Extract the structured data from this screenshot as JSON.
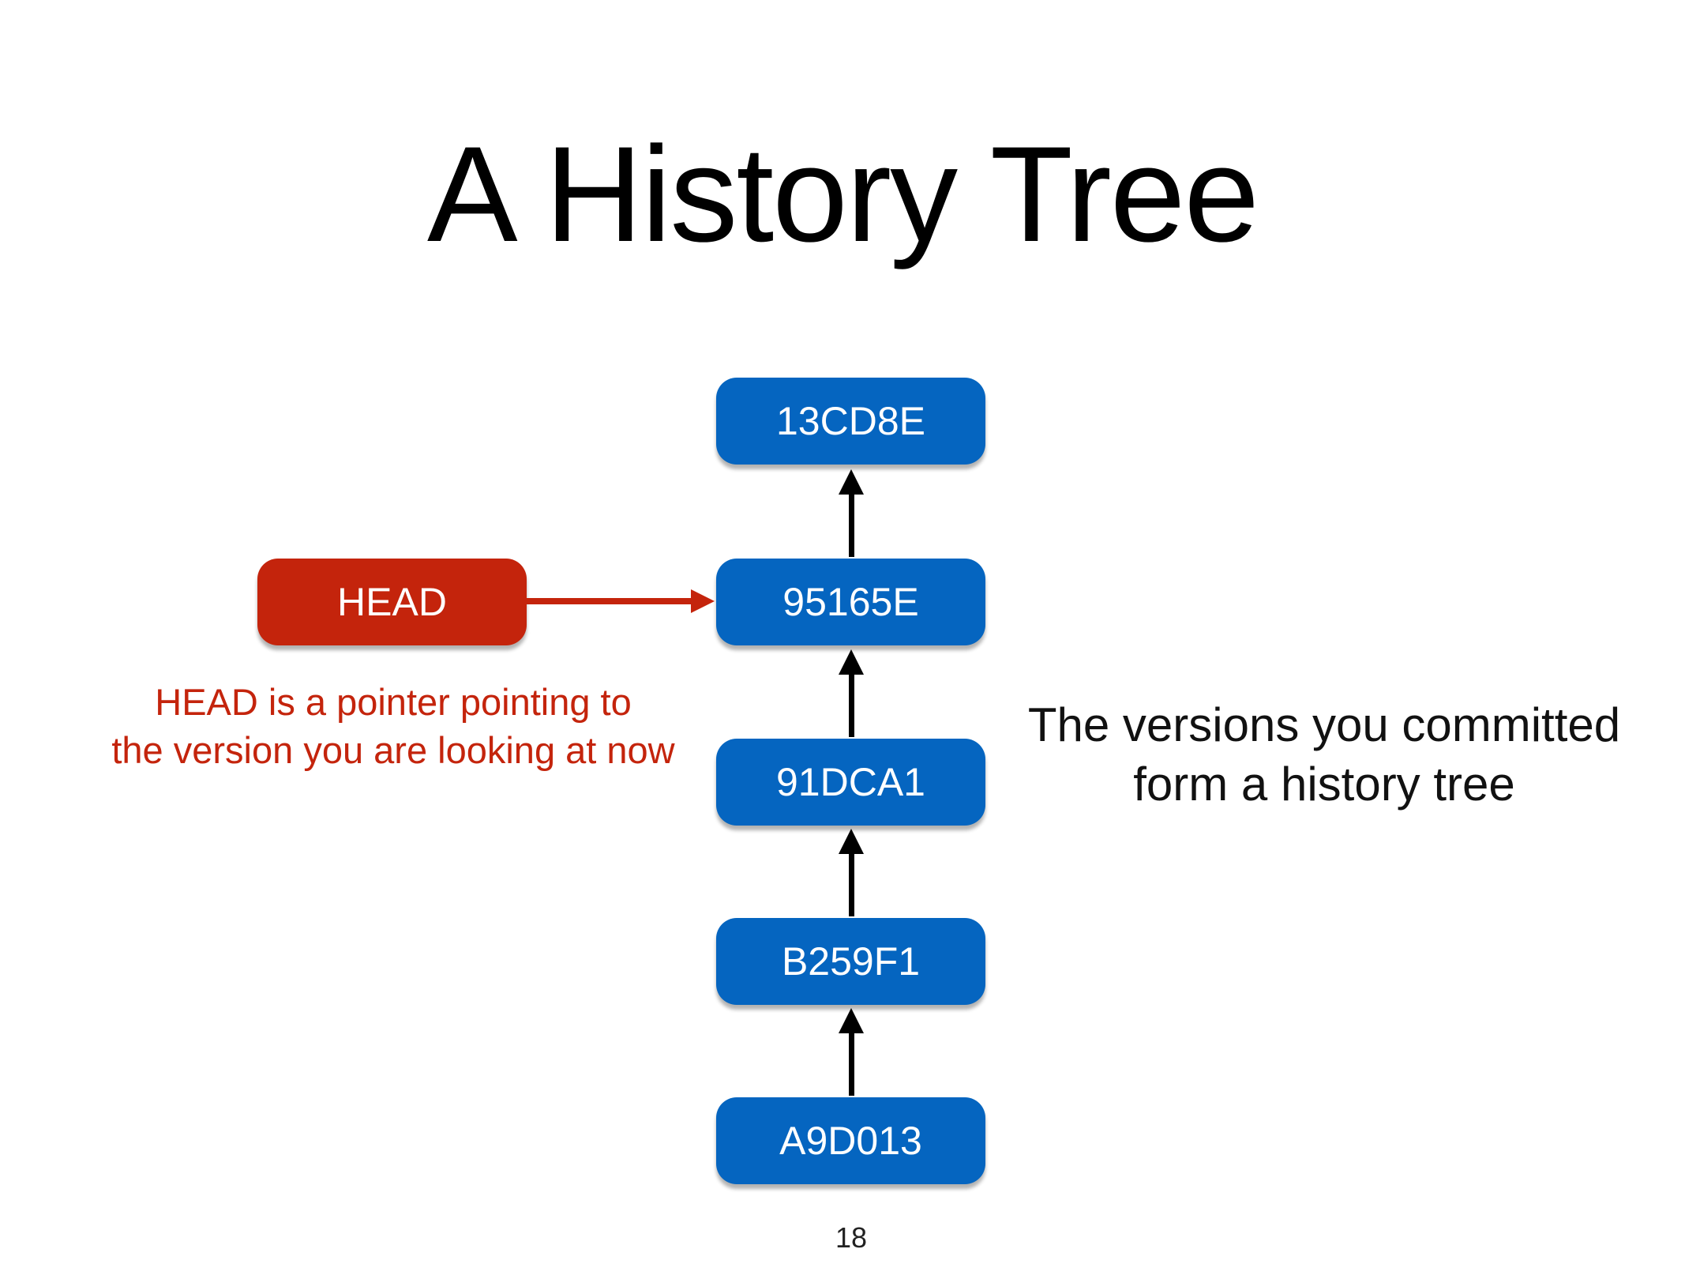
{
  "title": "A History Tree",
  "commits": [
    "13CD8E",
    "95165E",
    "91DCA1",
    "B259F1",
    "A9D013"
  ],
  "head": {
    "label": "HEAD",
    "points_to": "95165E"
  },
  "head_note": [
    "HEAD is a pointer pointing to",
    "the version you are looking at now"
  ],
  "tree_note": [
    "The versions you committed",
    "form a history tree"
  ],
  "page_number": "18",
  "colors": {
    "commit": "#0565c0",
    "head": "#c4240c"
  }
}
